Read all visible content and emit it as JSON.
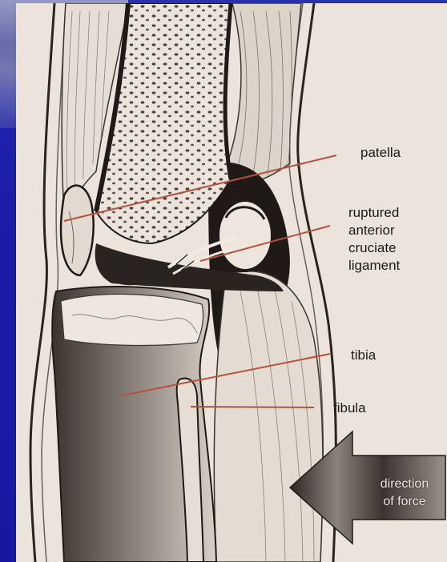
{
  "labels": {
    "patella": "patella",
    "acl_line1": "ruptured",
    "acl_line2": "anterior",
    "acl_line3": "cruciate",
    "acl_line4": "ligament",
    "tibia": "tibia",
    "fibula": "fibula"
  },
  "arrow": {
    "line1": "direction",
    "line2": "of force"
  },
  "colors": {
    "slide_background": "#1a1ea8",
    "figure_background": "#ebe3dc",
    "leader_line": "#b8503a",
    "ink": "#1d1a18"
  }
}
